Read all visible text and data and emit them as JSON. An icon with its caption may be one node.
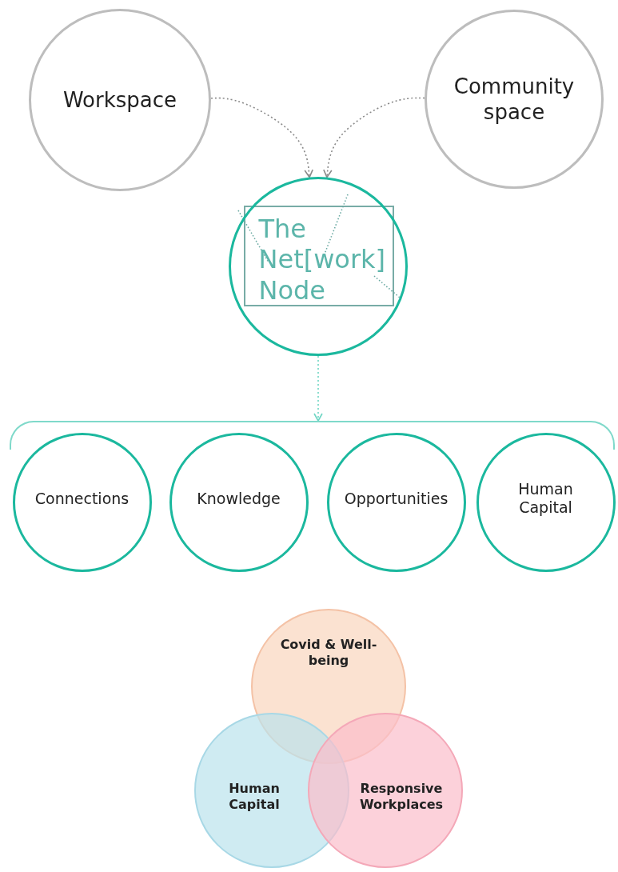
{
  "diagram": {
    "nodes": [
      {
        "text": [
          "Workspace"
        ]
      },
      {
        "text": [
          "Community space"
        ]
      },
      {
        "text": [
          "The Net[work] Node"
        ]
      },
      {
        "text": [],
        "shape": "bracket"
      },
      {
        "text": [
          "Connections"
        ]
      },
      {
        "text": [
          "Knowledge"
        ]
      },
      {
        "text": [
          "Opportunities"
        ]
      },
      {
        "text": [
          "Human Capital"
        ]
      },
      {
        "text": [
          "Covid & Well-being"
        ]
      },
      {
        "text": [
          "Human Capital"
        ]
      },
      {
        "text": [
          "Responsive Workplaces"
        ]
      }
    ],
    "edges": [
      {
        "from": 0,
        "to": 2,
        "arrow": "to",
        "style": "dashed"
      },
      {
        "from": 1,
        "to": 2,
        "arrow": "to",
        "style": "dashed"
      },
      {
        "from": 2,
        "to": 3,
        "arrow": "to",
        "style": "dashed",
        "color": "#6fd6c4"
      }
    ]
  }
}
